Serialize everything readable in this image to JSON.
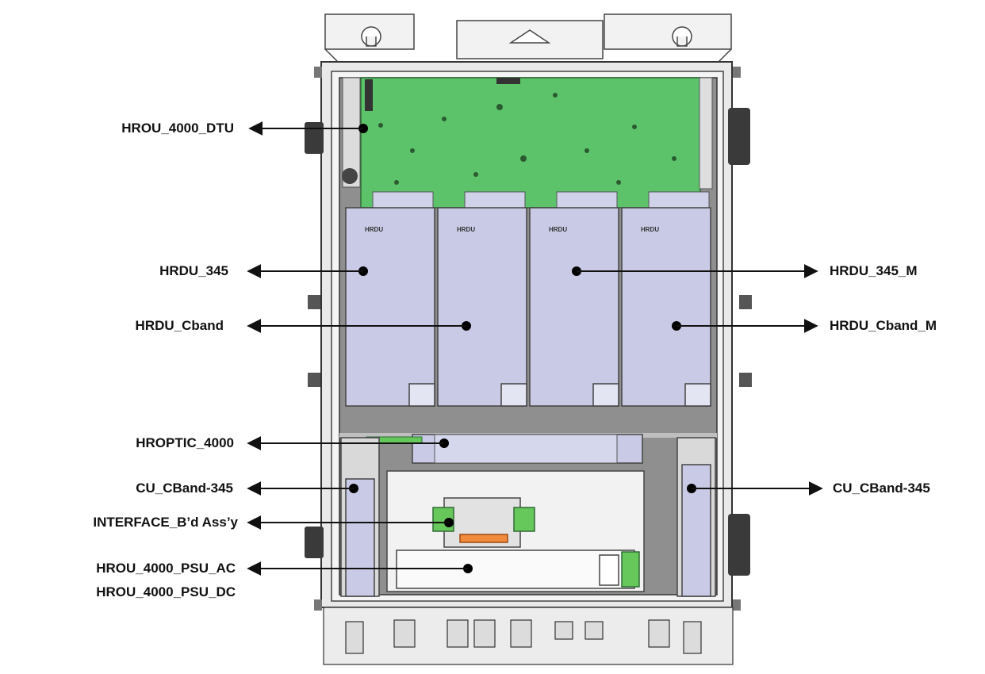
{
  "callouts": {
    "dtu": "HROU_4000_DTU",
    "hrdu_345": "HRDU_345",
    "hrdu_cband": "HRDU_Cband",
    "hroptic": "HROPTIC_4000",
    "cu_left": "CU_CBand-345",
    "interface": "INTERFACE_B’d Ass’y",
    "psu_ac": "HROU_4000_PSU_AC",
    "psu_dc": "HROU_4000_PSU_DC",
    "hrdu_345_m": "HRDU_345_M",
    "hrdu_cband_m": "HRDU_Cband_M",
    "cu_right": "CU_CBand-345"
  },
  "module_marking": "HRDU",
  "colors": {
    "pcb_green": "#5cc36a",
    "module_lavender": "#c9cbe6",
    "enclosure_gray": "#e9e9e9",
    "backplate_gray": "#8f8f8f",
    "connector_green": "#66c75a"
  }
}
